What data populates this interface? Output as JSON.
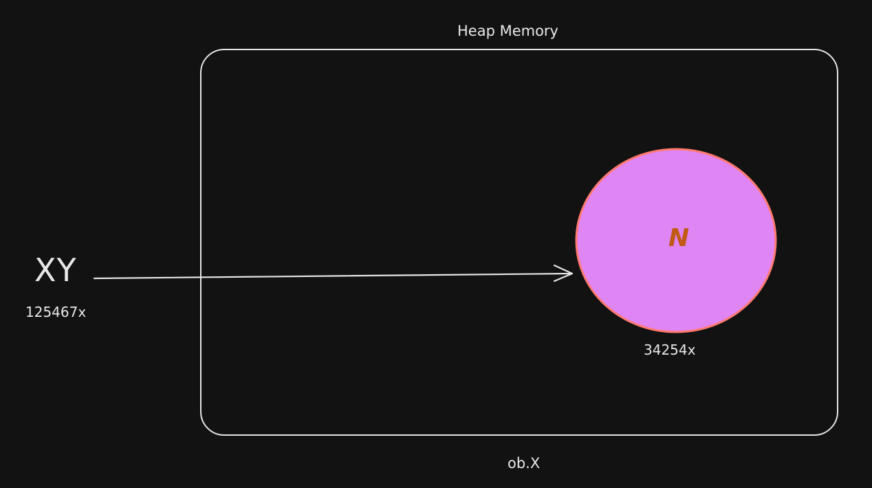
{
  "heap": {
    "title": "Heap Memory",
    "border_color": "#e6e6e6"
  },
  "reference": {
    "name": "XY",
    "address": "125467x",
    "arrow_color": "#e6e6e6"
  },
  "object": {
    "letter": "N",
    "address": "34254x",
    "fill_color": "#e085f4",
    "stroke_color": "#ff7a70",
    "letter_color": "#c05a14"
  },
  "footer": {
    "label": "ob.X"
  }
}
